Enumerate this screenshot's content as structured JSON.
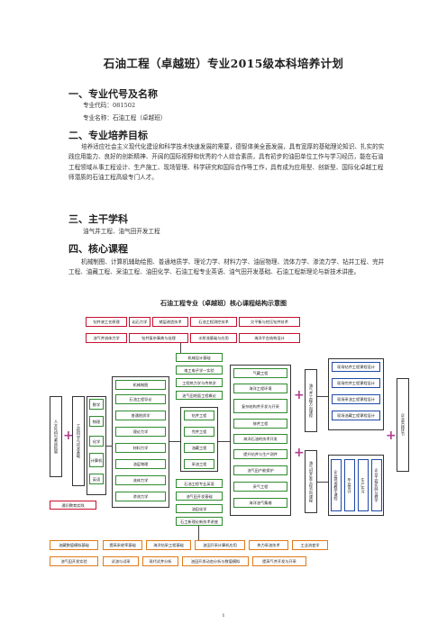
{
  "doc": {
    "title": "石油工程（卓越班）专业2015级本科培养计划",
    "s1_heading": "一、专业代号及名称",
    "code_line": "专业代码：081502",
    "name_line": "专业名称：石油工程（卓越班）",
    "s2_heading": "二、专业培养目标",
    "s2_text": "培养适应社会主义现代化建设和科学技术快速发展的需要，德智体美全面发展，具有宽厚的基础理论知识、扎实的实践应用能力、良好的创新精神、开阔的国际视野和优秀的个人综合素质，具有初步的油田单位工作与学习经历，能在石油工程领域从事工程设计、生产施工、现场管理、科学研究和国际合作等工作，具有成为应用型、创新型、国际化卓越工程师潜质的石油工程高级专门人才。",
    "s3_heading": "三、主干学科",
    "s3_text": "油气井工程、油气田开发工程",
    "s4_heading": "四、核心课程",
    "s4_text": "机械制图、计算机辅助绘图、普通地质学、理论力学、材料力学、油层物理、流体力学、渗流力学、钻井工程、完井工程、油藏工程、采油工程、油田化学、石油工程专业英语、油气田开发基础、石油工程新理论与新技术讲座。",
    "diagram_title": "石油工程专业（卓越班）核心课程结构示意图",
    "page_number": "1"
  },
  "diagram": {
    "top_row1": [
      "钻井液工艺原理",
      "岩石力学",
      "储层改造技术",
      "石油工程测控技术",
      "欠平衡与控压钻井技术"
    ],
    "top_row2": [
      "油气井流体力学",
      "钻井复杂事故与处理",
      "水射流基础与应用",
      "海洋平台结构设计"
    ],
    "left_frame1": "人文社科与素质拓展",
    "left_frame2": "工程科学与技术基础",
    "basics": [
      "数学",
      "物理",
      "化学",
      "计算机",
      "英语"
    ],
    "basics_foot": "通识教育实践",
    "col_a": [
      "机械制图",
      "石油工程导论",
      "普通地质学",
      "理论力学",
      "材料力学",
      "油层物理",
      "流体力学",
      "渗流力学"
    ],
    "col_b_top": [
      "机械设计基础",
      "电工电子学—实验",
      "工程热力学与传热学",
      "油气田地面工程概论"
    ],
    "col_b_mid": [
      "钻井工程",
      "完井工程",
      "油藏工程",
      "采油工程"
    ],
    "col_b_bot": [
      "石油工程专业英语",
      "油气田开发基础",
      "油田化学",
      "石工新理论新技术讲座"
    ],
    "col_c": [
      "气藏工程",
      "海洋工程环境",
      "复杂结构井开发与开采",
      "修井工程",
      "海洋石油的技术开发",
      "提升钻井与生产测井",
      "油气田产能保护",
      "采气工程",
      "海洋油气集输"
    ],
    "vert1": "油气井工程方向课程",
    "vert2": "油气田开发工程方向课程",
    "col_d": [
      "现场钻井工程课程设计",
      "现场完井工程课程设计",
      "现场采油工程课程设计",
      "现场油藏工程课程设计"
    ],
    "col_d_bottom": [
      "企业现场教学课程",
      "毕业设计",
      "生产实习",
      "企业工程实践与教学"
    ],
    "right_box": "企业实践环节",
    "bottom_row1": [
      "油藏数值模拟基础",
      "提高采收率基础",
      "海洋钻采工程基础",
      "油田开采计算机应用",
      "热力采油技术",
      "工业流变学"
    ],
    "bottom_row2": [
      "油气田开发实验",
      "试油与试采",
      "现代试井分析",
      "油田开发动态分析与数值模拟",
      "提高气井开发与开采"
    ]
  }
}
